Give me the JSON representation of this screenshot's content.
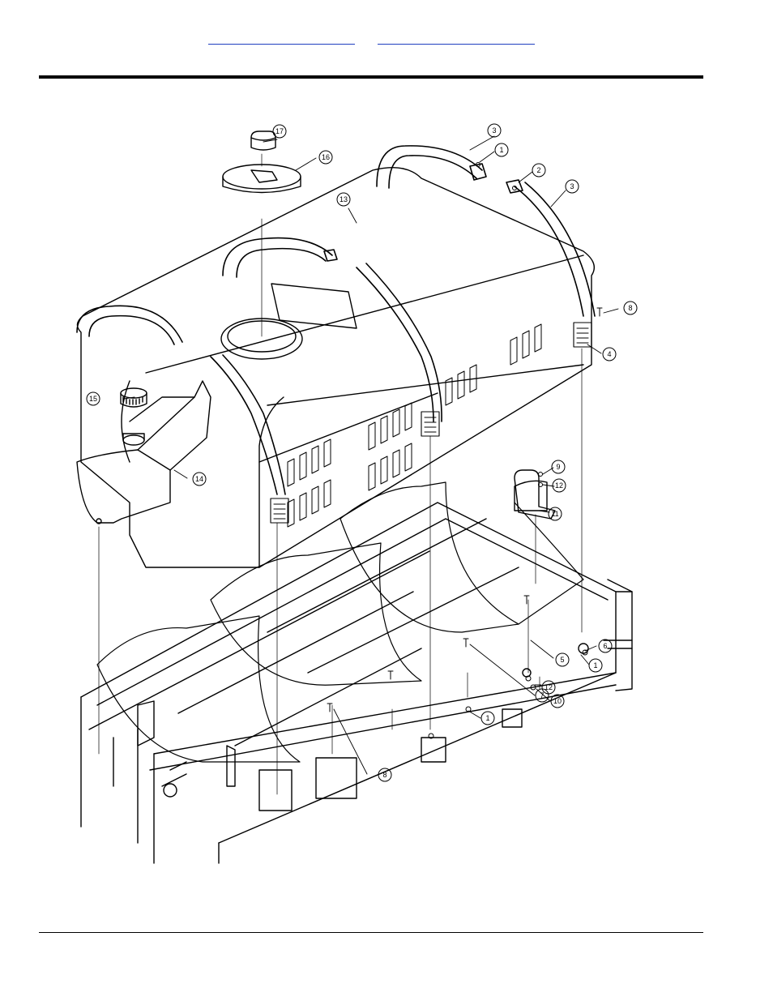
{
  "header": {
    "link_left": "",
    "link_right": ""
  },
  "callouts": [
    {
      "id": "c17",
      "label": "17"
    },
    {
      "id": "c16",
      "label": "16"
    },
    {
      "id": "c13",
      "label": "13"
    },
    {
      "id": "c3a",
      "label": "3"
    },
    {
      "id": "c1a",
      "label": "1"
    },
    {
      "id": "c2",
      "label": "2"
    },
    {
      "id": "c3b",
      "label": "3"
    },
    {
      "id": "c8a",
      "label": "8"
    },
    {
      "id": "c4",
      "label": "4"
    },
    {
      "id": "c15",
      "label": "15"
    },
    {
      "id": "c14",
      "label": "14"
    },
    {
      "id": "c9",
      "label": "9"
    },
    {
      "id": "c12a",
      "label": "12"
    },
    {
      "id": "c11",
      "label": "11"
    },
    {
      "id": "c6",
      "label": "6"
    },
    {
      "id": "c5",
      "label": "5"
    },
    {
      "id": "c1b",
      "label": "1"
    },
    {
      "id": "c7",
      "label": "7"
    },
    {
      "id": "c12b",
      "label": "12"
    },
    {
      "id": "c10",
      "label": "10"
    },
    {
      "id": "c1c",
      "label": "1"
    },
    {
      "id": "c8b",
      "label": "8"
    }
  ]
}
